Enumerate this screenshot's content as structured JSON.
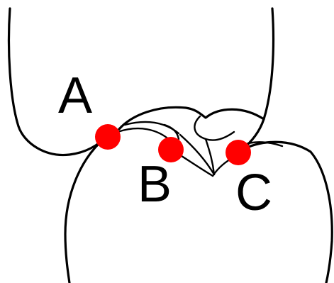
{
  "markers": [
    {
      "label": "A"
    },
    {
      "label": "B"
    },
    {
      "label": "C"
    }
  ],
  "colors": {
    "marker": "#ff0000",
    "outline": "#000000",
    "background": "#ffffff"
  }
}
